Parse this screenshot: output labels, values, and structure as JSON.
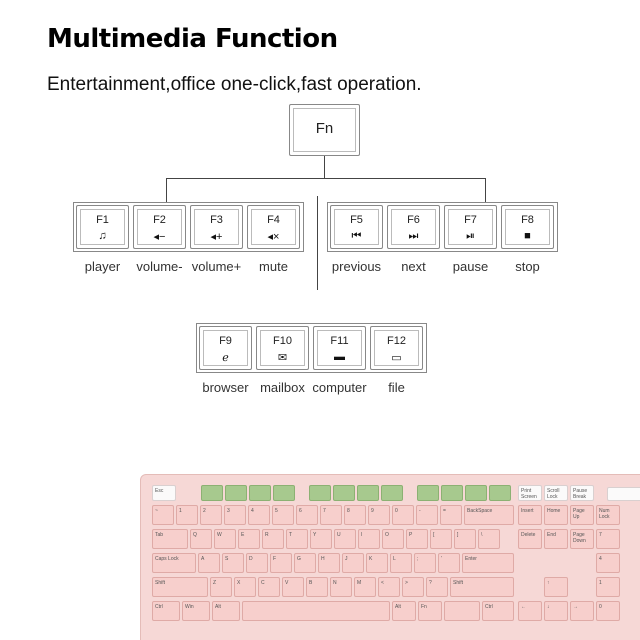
{
  "title": "Multimedia Function",
  "subtitle": "Entertainment,office one-click,fast operation.",
  "fn_key": {
    "label": "Fn"
  },
  "left_group": [
    {
      "key": "F1",
      "icon": "music-note-icon",
      "glyph": "♫",
      "caption": "player"
    },
    {
      "key": "F2",
      "icon": "volume-down-icon",
      "glyph": "◂−",
      "caption": "volume-"
    },
    {
      "key": "F3",
      "icon": "volume-up-icon",
      "glyph": "◂+",
      "caption": "volume+"
    },
    {
      "key": "F4",
      "icon": "mute-icon",
      "glyph": "◂×",
      "caption": "mute"
    }
  ],
  "right_group": [
    {
      "key": "F5",
      "icon": "previous-track-icon",
      "glyph": "⏮",
      "caption": "previous"
    },
    {
      "key": "F6",
      "icon": "next-track-icon",
      "glyph": "⏭",
      "caption": "next"
    },
    {
      "key": "F7",
      "icon": "play-pause-icon",
      "glyph": "⏯",
      "caption": "pause"
    },
    {
      "key": "F8",
      "icon": "stop-icon",
      "glyph": "■",
      "caption": "stop"
    }
  ],
  "bottom_group": [
    {
      "key": "F9",
      "icon": "browser-icon",
      "glyph": "ℯ",
      "caption": "browser"
    },
    {
      "key": "F10",
      "icon": "mail-icon",
      "glyph": "✉",
      "caption": "mailbox"
    },
    {
      "key": "F11",
      "icon": "computer-icon",
      "glyph": "▬",
      "caption": "computer"
    },
    {
      "key": "F12",
      "icon": "folder-icon",
      "glyph": "▭",
      "caption": "file"
    }
  ],
  "keyboard": {
    "color": "#f7cfcc",
    "fkey_highlight": "#a7c98e",
    "esc": "Esc",
    "backspace": "BackSpace",
    "tab": "Tab",
    "caps": "Caps Lock",
    "enter": "Enter",
    "shift_l": "Shift",
    "shift_r": "Shift",
    "ctrl_l": "Ctrl",
    "win": "Win",
    "alt_l": "Alt",
    "alt_r": "Alt",
    "fn": "Fn",
    "ctrl_r": "Ctrl",
    "print": "Print Screen",
    "scroll": "Scroll Lock",
    "pause": "Pause Break",
    "insert": "Insert",
    "home": "Home",
    "pgup": "Page Up",
    "delete": "Delete",
    "end": "End",
    "pgdn": "Page Down",
    "row1": [
      "~",
      "1",
      "2",
      "3",
      "4",
      "5",
      "6",
      "7",
      "8",
      "9",
      "0",
      "-",
      "="
    ],
    "row2": [
      "Q",
      "W",
      "E",
      "R",
      "T",
      "Y",
      "U",
      "I",
      "O",
      "P",
      "[",
      "]",
      "\\"
    ],
    "row3": [
      "A",
      "S",
      "D",
      "F",
      "G",
      "H",
      "J",
      "K",
      "L",
      ";",
      "'"
    ],
    "row4": [
      "Z",
      "X",
      "C",
      "V",
      "B",
      "N",
      "M",
      "<",
      ">",
      "?"
    ],
    "numpad": [
      "Num Lock",
      "7",
      "Home",
      "4",
      "1",
      "End",
      "0",
      "Ins"
    ]
  }
}
